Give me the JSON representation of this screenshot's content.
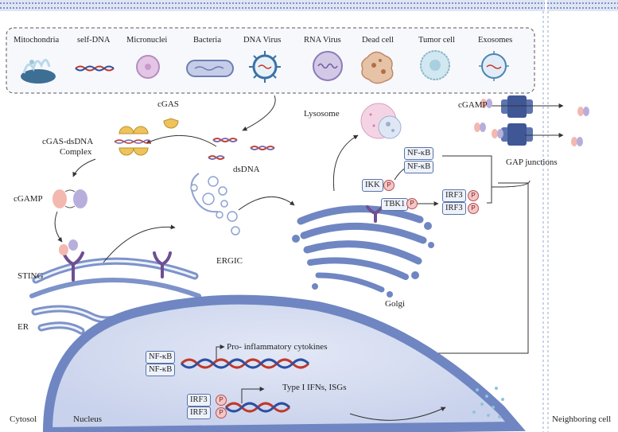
{
  "sources": [
    {
      "label": "Mitochondria",
      "icon": "mitochondria-icon"
    },
    {
      "label": "self-DNA",
      "icon": "self-dna-icon"
    },
    {
      "label": "Micronuclei",
      "icon": "micronuclei-icon"
    },
    {
      "label": "Bacteria",
      "icon": "bacteria-icon"
    },
    {
      "label": "DNA Virus",
      "icon": "dna-virus-icon"
    },
    {
      "label": "RNA Virus",
      "icon": "rna-virus-icon"
    },
    {
      "label": "Dead cell",
      "icon": "dead-cell-icon"
    },
    {
      "label": "Tumor cell",
      "icon": "tumor-cell-icon"
    },
    {
      "label": "Exosomes",
      "icon": "exosomes-icon"
    }
  ],
  "labels": {
    "cgas": "cGAS",
    "cgas_complex_line1": "cGAS-dsDNA",
    "cgas_complex_line2": "Complex",
    "dsdna": "dsDNA",
    "cgamp": "cGAMP",
    "sting": "STING",
    "er": "ER",
    "ergic": "ERGIC",
    "lysosome": "Lysosome",
    "golgi": "Golgi",
    "ikk": "IKK",
    "tbk1": "TBK1",
    "nfkb": "NF-κB",
    "irf3": "IRF3",
    "phospho": "P",
    "gap_cgamp": "cGAMP",
    "gap_junctions": "GAP junctions",
    "pro_inflammatory": "Pro- inflammatory cytokines",
    "type1_ifn": "Type I IFNs, ISGs",
    "cytosol": "Cytosol",
    "nucleus": "Nucleus",
    "neighboring_cell": "Neighboring cell"
  },
  "colors": {
    "membrane": "#7d93c9",
    "organelle": "#6f86c2",
    "nucleus_fill": "#d7ddf0",
    "sting": "#6e4f93",
    "dna_red": "#c0392b",
    "dna_blue": "#2d4fa0",
    "cgas": "#f0c25a",
    "arrow": "#333333"
  }
}
